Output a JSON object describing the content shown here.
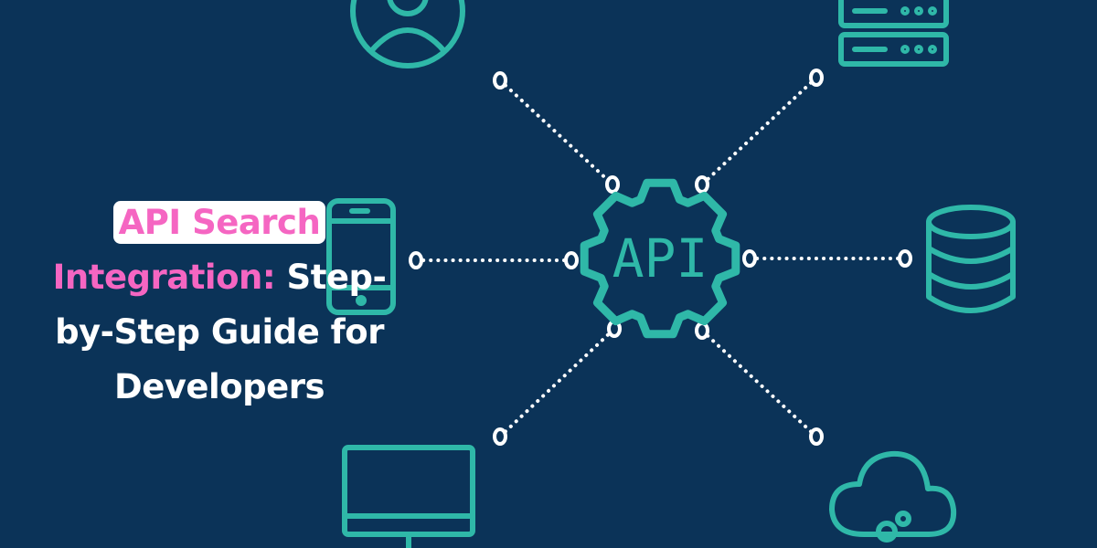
{
  "title": {
    "highlight": "API Search",
    "line2_pink": "Integration:",
    "line2_white": " Step-",
    "line3": "by-Step Guide for",
    "line4": "Developers"
  },
  "hub": {
    "label": "API",
    "icon": "gear-icon"
  },
  "nodes": [
    "user-icon",
    "server-icon",
    "smartphone-icon",
    "database-icon",
    "monitor-icon",
    "cloud-gears-icon"
  ],
  "colors": {
    "background": "#0b3358",
    "accent": "#2fb8a8",
    "highlight": "#f566c2",
    "text": "#ffffff"
  }
}
